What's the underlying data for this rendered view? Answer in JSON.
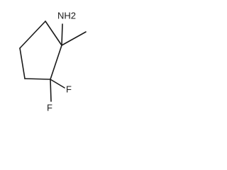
{
  "molecule": {
    "atoms": {
      "nh2": "NH2",
      "f1": "F",
      "f2": "F"
    }
  }
}
